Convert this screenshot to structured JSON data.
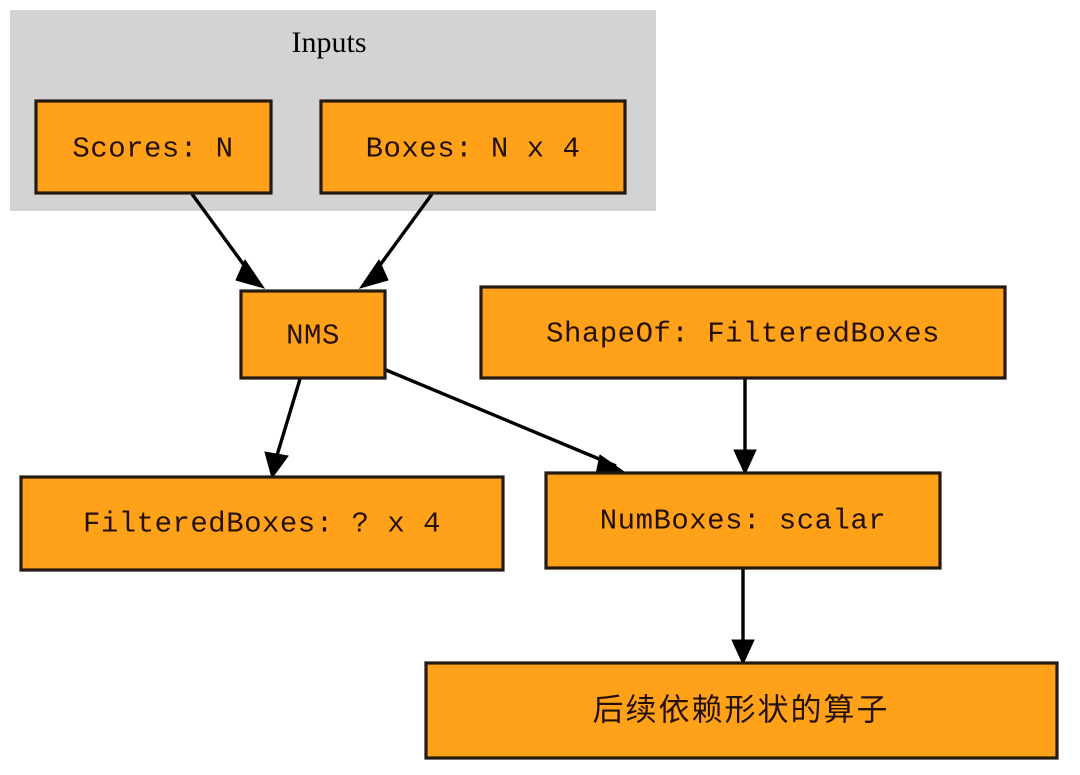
{
  "diagram": {
    "type": "flowchart",
    "background_color": "#ffffff",
    "node_fill_color": "#ffa219",
    "node_stroke_color": "#241a10",
    "cluster_fill_color": "#d3d3d3",
    "edge_color": "#000000",
    "clusters": [
      {
        "id": "inputs",
        "label": "Inputs"
      }
    ],
    "nodes": [
      {
        "id": "scores",
        "label": "Scores: N"
      },
      {
        "id": "boxes",
        "label": "Boxes: N x 4"
      },
      {
        "id": "nms",
        "label": "NMS"
      },
      {
        "id": "shapeof",
        "label": "ShapeOf: FilteredBoxes"
      },
      {
        "id": "filteredboxes",
        "label": "FilteredBoxes: ? x 4"
      },
      {
        "id": "numboxes",
        "label": "NumBoxes: scalar"
      },
      {
        "id": "downstream",
        "label": "后续依赖形状的算子"
      }
    ],
    "edges": [
      {
        "from": "scores",
        "to": "nms"
      },
      {
        "from": "boxes",
        "to": "nms"
      },
      {
        "from": "nms",
        "to": "filteredboxes"
      },
      {
        "from": "nms",
        "to": "numboxes"
      },
      {
        "from": "shapeof",
        "to": "numboxes"
      },
      {
        "from": "numboxes",
        "to": "downstream"
      }
    ]
  }
}
